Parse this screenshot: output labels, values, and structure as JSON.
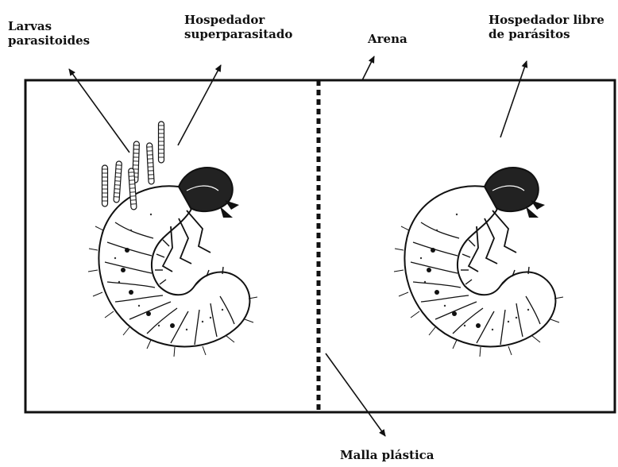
{
  "labels": {
    "larvas": "Larvas\nparasitoides",
    "superparasitado": "Hospedador\nsuperparasitado",
    "arena": "Arena",
    "libre": "Hospedador libre\nde parásitos",
    "malla": "Malla plástica"
  },
  "colors": {
    "ink": "#111111",
    "paper": "#ffffff"
  },
  "icons": {
    "left_host": "grub-larva-with-parasitoids-icon",
    "right_host": "grub-larva-icon"
  }
}
